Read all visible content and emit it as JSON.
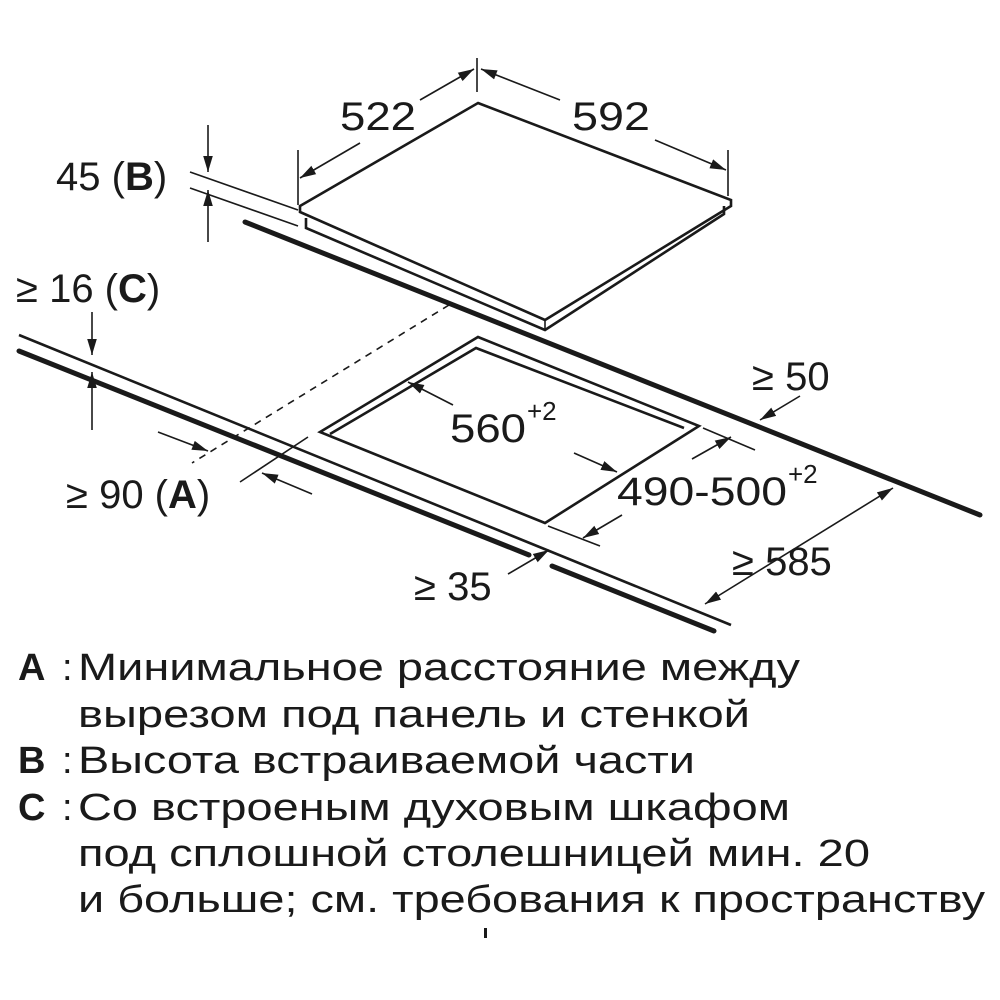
{
  "dimensions": {
    "hob_depth": "522",
    "hob_width": "592",
    "built_in_height": "45 (",
    "built_in_height_letter": "B",
    "built_in_height_close": ")",
    "worktop_thickness": "≥ 16 (",
    "worktop_thickness_letter": "C",
    "worktop_thickness_close": ")",
    "rear_clearance": "≥ 50",
    "cutout_width": "560",
    "cutout_width_tolerance": "+2",
    "cutout_depth": "490-500",
    "cutout_depth_tolerance": "+2",
    "wall_distance": "≥ 90 (",
    "wall_distance_letter": "A",
    "wall_distance_close": ")",
    "worktop_depth": "≥ 585",
    "front_clearance": "≥ 35"
  },
  "legend": [
    {
      "letter": "A",
      "lines": [
        "Минимальное расстояние между",
        "вырезом под панель и стенкой"
      ]
    },
    {
      "letter": "B",
      "lines": [
        "Высота встраиваемой части"
      ]
    },
    {
      "letter": "C",
      "lines": [
        "Со встроеным духовым шкафом",
        "под сплошной столешницей мин. 20",
        "и больше; см. требования к пространству"
      ]
    }
  ],
  "legend_separator": ":"
}
